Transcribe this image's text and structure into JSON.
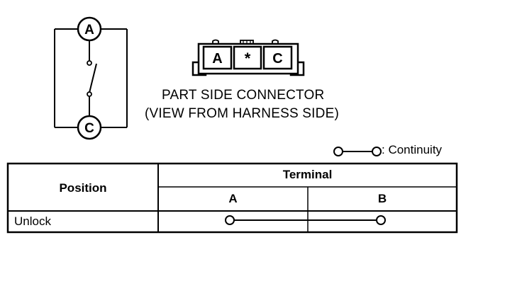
{
  "schematic": {
    "terminal_top": "A",
    "terminal_bottom": "C"
  },
  "connector": {
    "pins": [
      "A",
      "*",
      "C"
    ],
    "caption_line1": "PART SIDE CONNECTOR",
    "caption_line2": "(VIEW FROM HARNESS SIDE)"
  },
  "legend": {
    "label": ": Continuity"
  },
  "table": {
    "position_header": "Position",
    "terminal_header": "Terminal",
    "columns": [
      "A",
      "B"
    ],
    "rows": [
      {
        "position": "Unlock",
        "continuity": [
          "A",
          "B"
        ]
      }
    ]
  }
}
